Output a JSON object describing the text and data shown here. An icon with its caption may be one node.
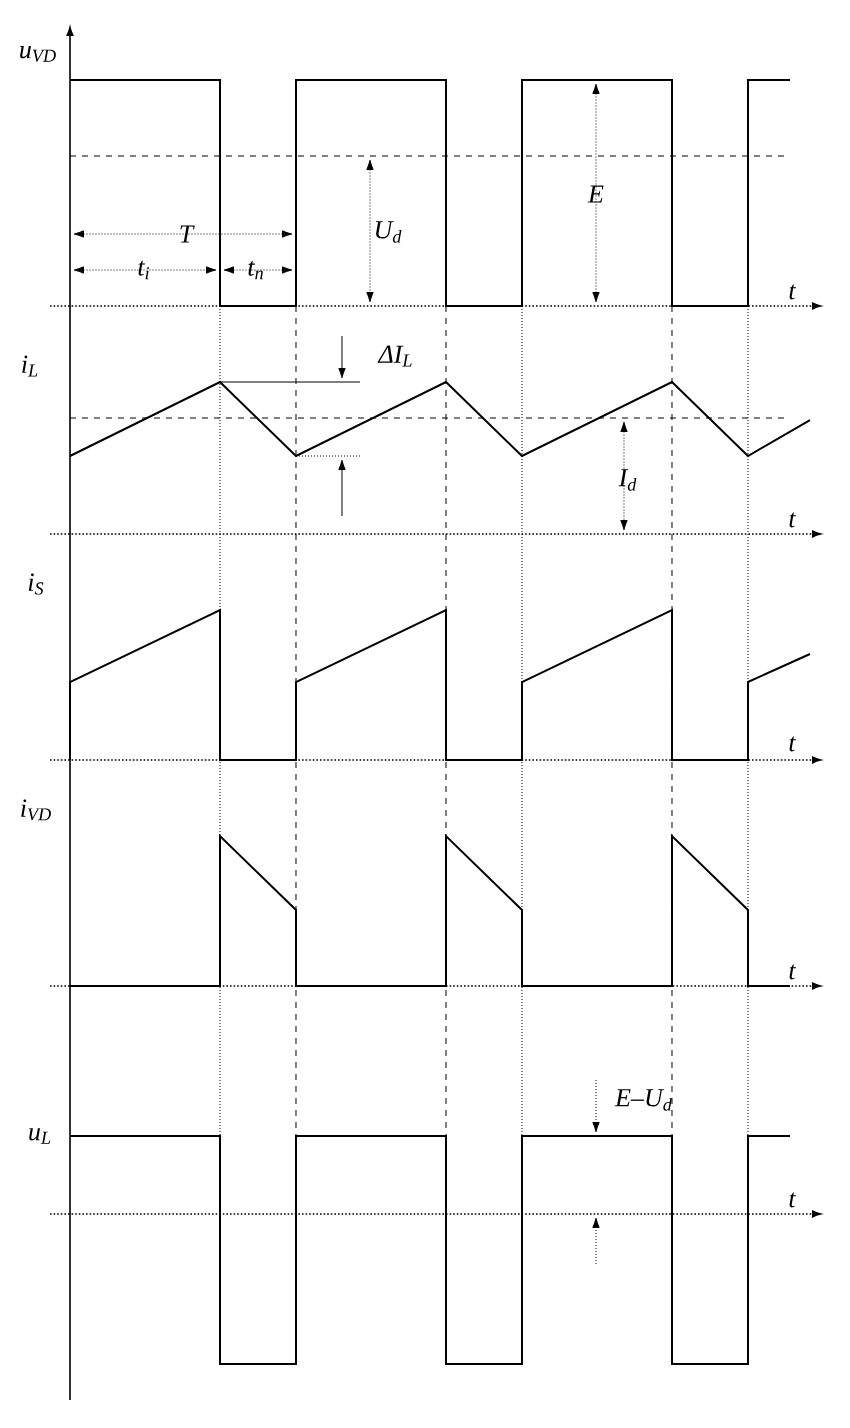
{
  "diagram": {
    "labels": [
      "u$_{VD}$",
      "T",
      "t$_{i}$",
      "t$_{n}$",
      "U$_{d}$",
      "E",
      "t",
      "i$_{L}$",
      "ΔI$_{L}$",
      "I$_{d}$",
      "t",
      "i$_{S}$",
      "t",
      "i$_{VD}$",
      "t",
      "E–U$_{d}$",
      "u$_{L}$",
      "t"
    ]
  }
}
